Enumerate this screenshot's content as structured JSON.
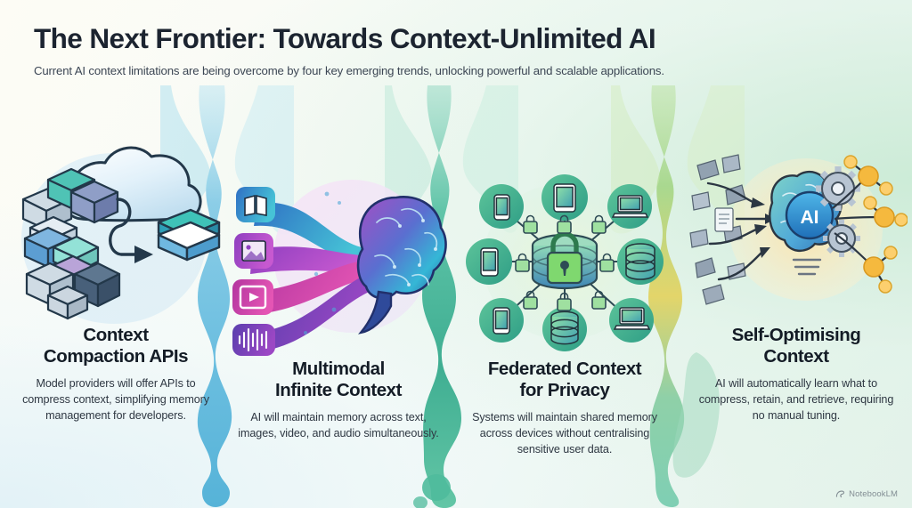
{
  "header": {
    "title": "The Next Frontier: Towards Context-Unlimited AI",
    "subtitle": "Current AI context limitations are being overcome by four key emerging trends, unlocking powerful and scalable applications."
  },
  "columns": [
    {
      "id": "context-compaction-apis",
      "heading": "Context\nCompaction APIs",
      "heading_line1": "Context",
      "heading_line2": "Compaction APIs",
      "body": "Model providers will offer APIs to compress context, simplifying memory management for developers.",
      "illustration": "cloud-server-compression-illustration",
      "accent": "#5aa8cf"
    },
    {
      "id": "multimodal-infinite-context",
      "heading_line1": "Multimodal",
      "heading_line2": "Infinite Context",
      "body": "AI will maintain memory across text, images, video, and audio simultaneously.",
      "illustration": "multimodal-brain-illustration",
      "accent": "#a33fb5"
    },
    {
      "id": "federated-context-for-privacy",
      "heading_line1": "Federated Context",
      "heading_line2": "for Privacy",
      "body": "Systems will maintain shared memory across devices without centralising sensitive user data.",
      "illustration": "federated-device-network-illustration",
      "accent": "#3f9f7f"
    },
    {
      "id": "self-optimising-context",
      "heading_line1": "Self-Optimising",
      "heading_line2": "Context",
      "body": "AI will automatically learn what to compress, retain, and retrieve, requiring no manual tuning.",
      "illustration": "ai-self-optimising-illustration",
      "accent": "#f2a93b"
    }
  ],
  "illustrations": {
    "col1": {
      "name": "cloud-server-compression-illustration",
      "cloud": "cloud-icon",
      "stack": "server-stack-icon",
      "arrow": "arrow-right-icon",
      "compressed": "compressed-block-icon"
    },
    "col2": {
      "name": "multimodal-brain-illustration",
      "brain": "brain-icon",
      "streams": [
        "book-icon",
        "image-icon",
        "video-play-icon",
        "audio-waveform-icon"
      ]
    },
    "col3": {
      "name": "federated-device-network-illustration",
      "hub": "lock-database-icon",
      "nodes": [
        "phone-icon",
        "tablet-icon",
        "laptop-icon",
        "phone-icon",
        "database-icon",
        "phone-icon",
        "database-icon",
        "laptop-icon"
      ],
      "link_badge": "padlock-icon"
    },
    "col4": {
      "name": "ai-self-optimising-illustration",
      "core_label": "AI",
      "brain": "brain-icon",
      "gears": "gear-icon",
      "docs": "document-fragments-icon",
      "output": "molecule-node-icon",
      "lamp": "lightbulb-base-icon"
    }
  },
  "watermark": {
    "label": "NotebookLM",
    "icon": "notebooklm-icon"
  },
  "theme": {
    "bg_left": "#fdfcf5",
    "bg_right": "#e3f2ea",
    "title_color": "#1c2430",
    "body_color": "#2e3742",
    "divider1": "#7ec8e3",
    "divider2": "#49b39a",
    "divider3": "#9fd17f"
  }
}
